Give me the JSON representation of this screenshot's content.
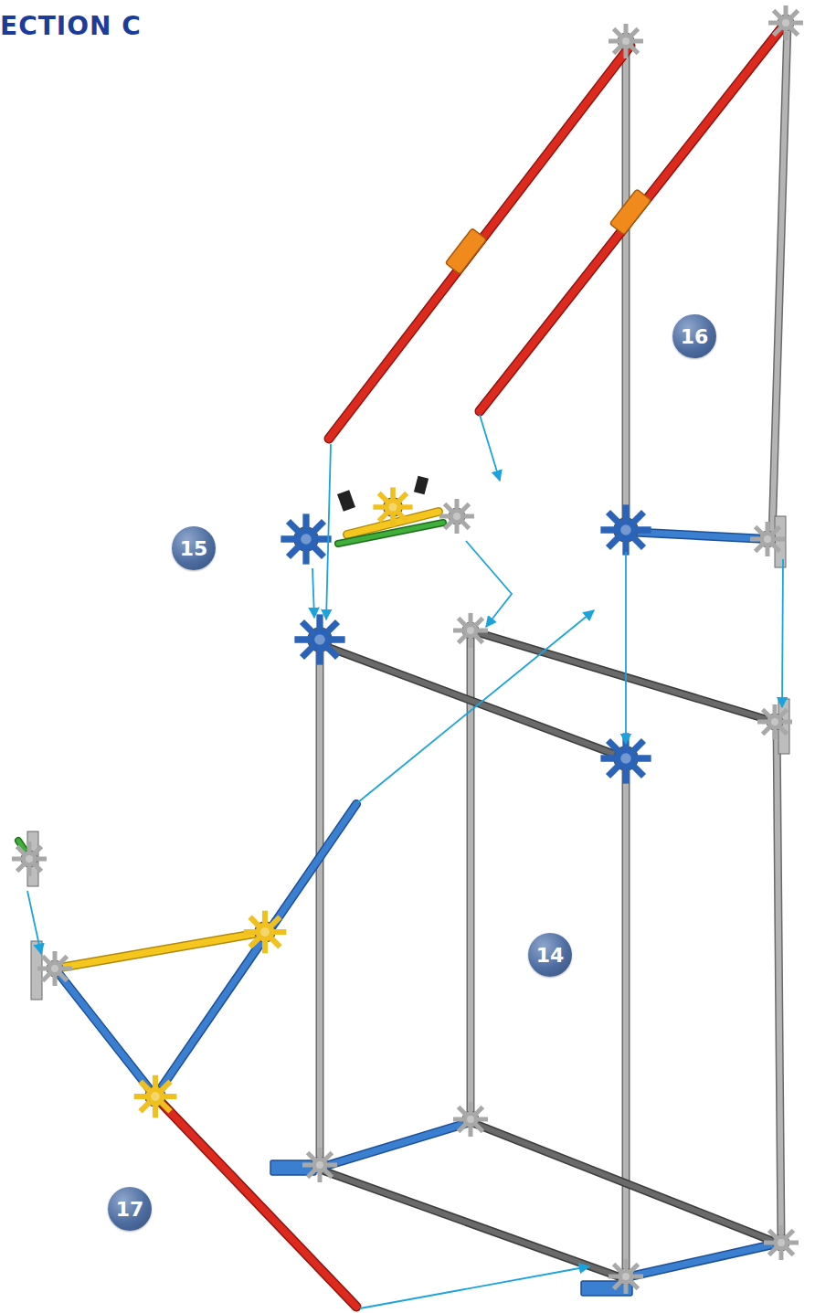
{
  "diagram": {
    "title": "ECTION C",
    "labels": [
      "16",
      "15",
      "14",
      "17"
    ]
  }
}
